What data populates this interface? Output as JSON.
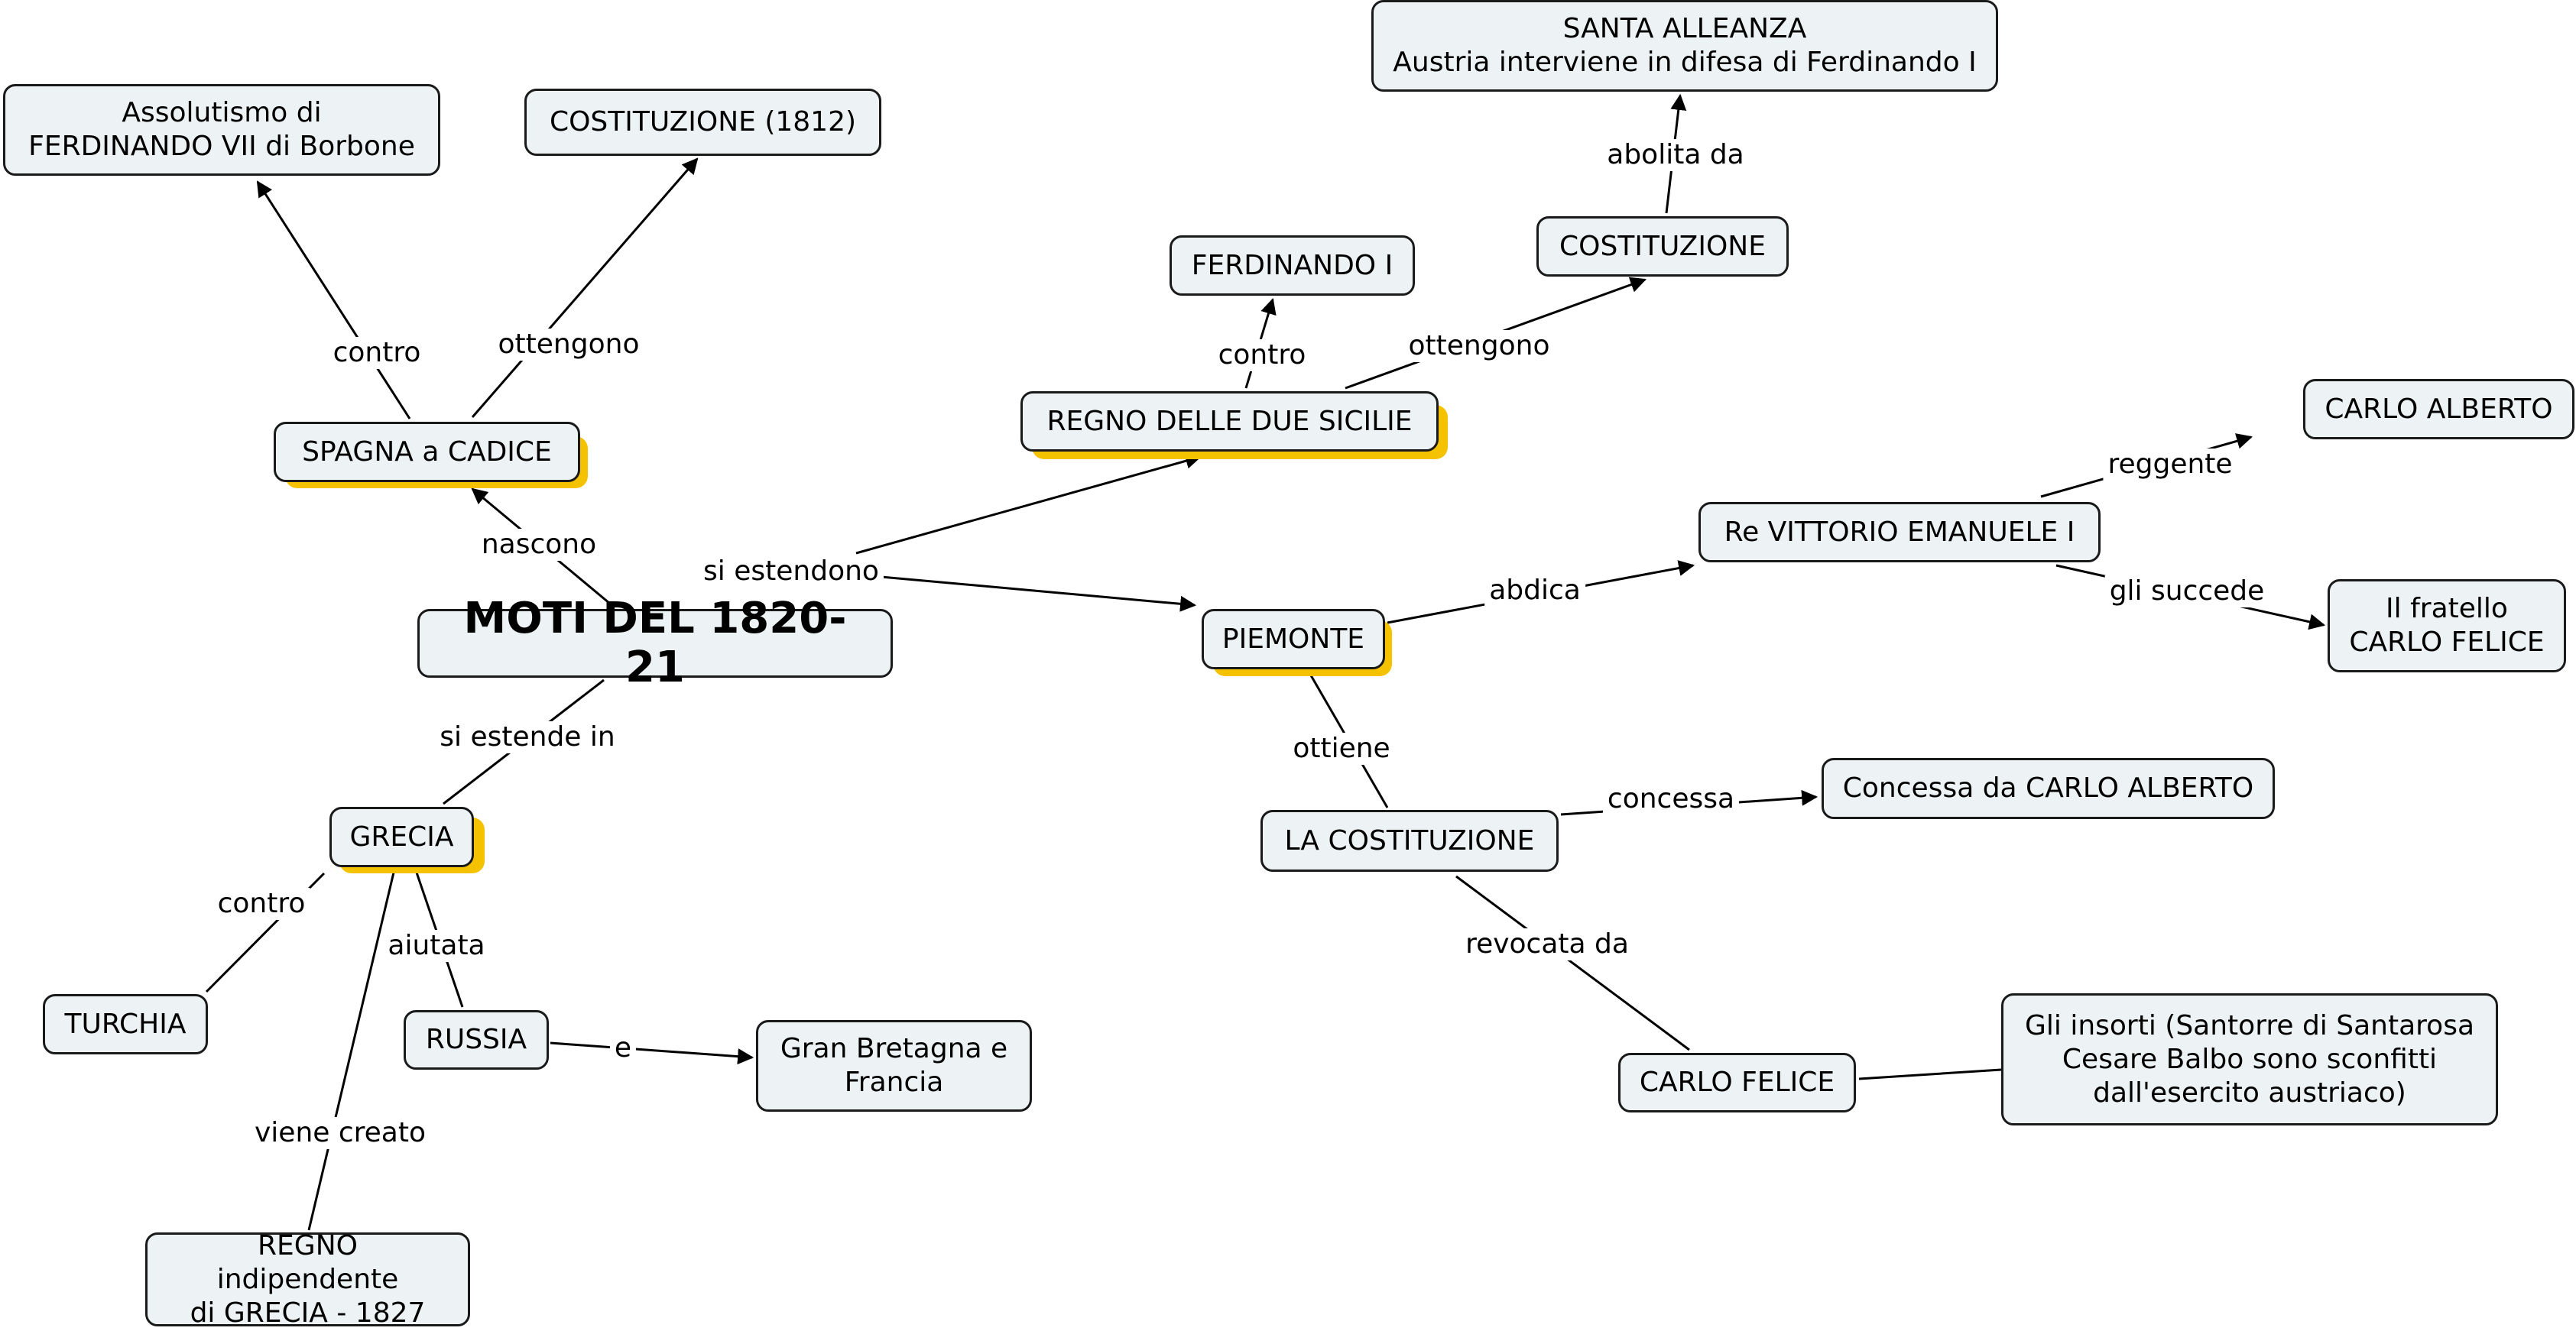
{
  "map": {
    "nodes": {
      "main": "MOTI DEL 1820-21",
      "spagna": "SPAGNA  a CADICE",
      "assolutismo": "Assolutismo di\nFERDINANDO VII di Borbone",
      "costituzione1812": "COSTITUZIONE (1812)",
      "regno_sicilie": "REGNO DELLE DUE SICILIE",
      "ferdinando": "FERDINANDO I",
      "costituzione": "COSTITUZIONE",
      "santa_alleanza": "SANTA ALLEANZA\nAustria interviene in difesa di Ferdinando I",
      "piemonte": "PIEMONTE",
      "vittorio": "Re VITTORIO EMANUELE I",
      "carlo_alberto": "CARLO ALBERTO",
      "carlo_felice_fratello": "Il fratello\nCARLO FELICE",
      "la_costituzione": "LA COSTITUZIONE",
      "concessa_da": "Concessa da CARLO ALBERTO",
      "carlo_felice": "CARLO FELICE",
      "insorti": "Gli insorti (Santorre di Santarosa\nCesare Balbo sono sconfitti\ndall'esercito austriaco)",
      "grecia": "GRECIA",
      "turchia": "TURCHIA",
      "russia": "RUSSIA",
      "gran_bretagna": "Gran Bretagna e\nFrancia",
      "regno_grecia": "REGNO indipendente\ndi GRECIA - 1827"
    },
    "links": {
      "contro_spagna": "contro",
      "ottengono_spagna": "ottengono",
      "nascono": "nascono",
      "si_estendono": "si estendono",
      "contro_sicilie": "contro",
      "ottengono_sicilie": "ottengono",
      "abolita_da": "abolita da",
      "abdica": "abdica",
      "reggente": "reggente",
      "gli_succede": "gli succede",
      "ottiene": "ottiene",
      "concessa": "concessa",
      "revocata_da": "revocata da",
      "si_estende_in": "si estende in",
      "contro_grecia": "contro",
      "aiutata": "aiutata",
      "e": "e",
      "viene_creato": "viene creato"
    },
    "highlight_color": "#f5c200",
    "node_fill": "#edf3f4",
    "line_color": "#000000"
  }
}
